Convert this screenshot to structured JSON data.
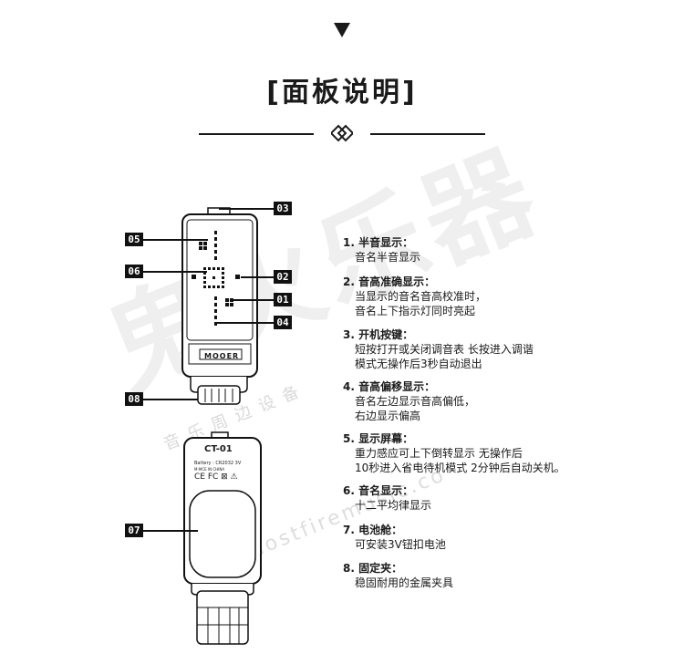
{
  "header": {
    "title": "[面板说明]"
  },
  "diagram_labels": [
    "05",
    "06",
    "02",
    "01",
    "04",
    "03",
    "08",
    "07"
  ],
  "device_front": {
    "brand": "MOOER"
  },
  "device_back": {
    "model": "CT-01",
    "spec_line1": "Battery : CR2032 3V",
    "spec_line2": "M-MCE IN CHINA",
    "marks": "CE FC ⊠ ⚠"
  },
  "features": [
    {
      "head": "1. 半音显示：",
      "lines": [
        "音名半音显示"
      ]
    },
    {
      "head": "2. 音高准确显示：",
      "lines": [
        "当显示的音名音高校准时，",
        "音名上下指示灯同时亮起"
      ]
    },
    {
      "head": "3. 开机按键：",
      "lines": [
        "短按打开或关闭调音表 长按进入调谐",
        "模式无操作后3秒自动退出"
      ]
    },
    {
      "head": "4. 音高偏移显示：",
      "lines": [
        "音名左边显示音高偏低，",
        "右边显示偏高"
      ]
    },
    {
      "head": "5. 显示屏幕：",
      "lines": [
        "重力感应可上下倒转显示 无操作后",
        "10秒进入省电待机模式 2分钟后自动关机。"
      ]
    },
    {
      "head": "6. 音名显示：",
      "lines": [
        "十二平均律显示"
      ]
    },
    {
      "head": "7. 电池舱：",
      "lines": [
        "可安装3V钮扣电池"
      ]
    },
    {
      "head": "8. 固定夹：",
      "lines": [
        "稳固耐用的金属夹具"
      ]
    }
  ],
  "watermark": {
    "big": "鬼火乐器",
    "small": "音乐周边设备",
    "url": "ghostfiremusic.co"
  }
}
